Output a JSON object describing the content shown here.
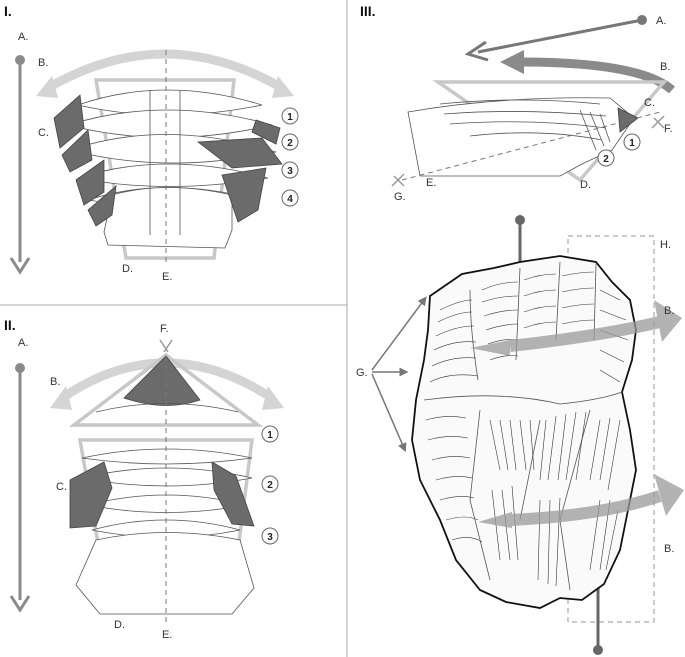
{
  "colors": {
    "dark_scar": "#6b6b6b",
    "light_arrow": "#d4d4d4",
    "mid_arrow": "#8a8a8a",
    "outline": "#555555",
    "divider": "#aaaaaa"
  },
  "panel1": {
    "title": "I.",
    "labels": {
      "a": "A.",
      "b": "B.",
      "c": "C.",
      "d": "D.",
      "e": "E."
    },
    "steps": [
      "1",
      "2",
      "3",
      "4"
    ]
  },
  "panel2": {
    "title": "II.",
    "labels": {
      "a": "A.",
      "b": "B.",
      "c": "C.",
      "d": "D.",
      "e": "E.",
      "f": "F."
    },
    "steps": [
      "1",
      "2",
      "3"
    ]
  },
  "panel3": {
    "title": "III.",
    "labels": {
      "a": "A.",
      "b": "B.",
      "c": "C.",
      "d": "D.",
      "e": "E.",
      "f": "F.",
      "g": "G."
    },
    "steps": [
      "1",
      "2"
    ]
  },
  "panel4": {
    "labels": {
      "b_top": "B.",
      "b_bottom": "B.",
      "g": "G.",
      "h": "H."
    }
  }
}
